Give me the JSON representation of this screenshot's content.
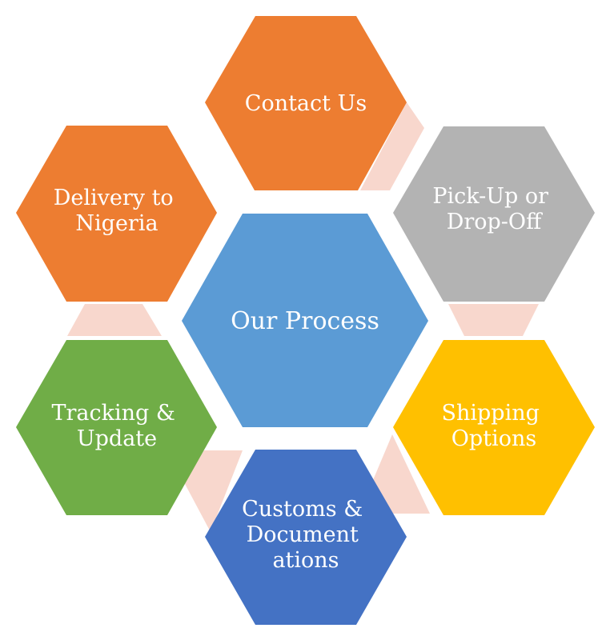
{
  "diagram": {
    "center": {
      "label": "Our Process",
      "color": "#5B9BD5"
    },
    "steps": [
      {
        "id": "contact-us",
        "lines": [
          "Contact Us"
        ],
        "color": "#ED7D31"
      },
      {
        "id": "pick-up",
        "lines": [
          "Pick-Up or",
          "Drop-Off"
        ],
        "color": "#B3B3B3"
      },
      {
        "id": "shipping-options",
        "lines": [
          "Shipping",
          "Options"
        ],
        "color": "#FFC000"
      },
      {
        "id": "customs",
        "lines": [
          "Customs &",
          "Document",
          "ations"
        ],
        "color": "#4472C4"
      },
      {
        "id": "tracking",
        "lines": [
          "Tracking &",
          "Update"
        ],
        "color": "#70AD47"
      },
      {
        "id": "delivery",
        "lines": [
          "Delivery to",
          "Nigeria"
        ],
        "color": "#ED7D31"
      }
    ],
    "connector_color": "#F8D7CD"
  }
}
